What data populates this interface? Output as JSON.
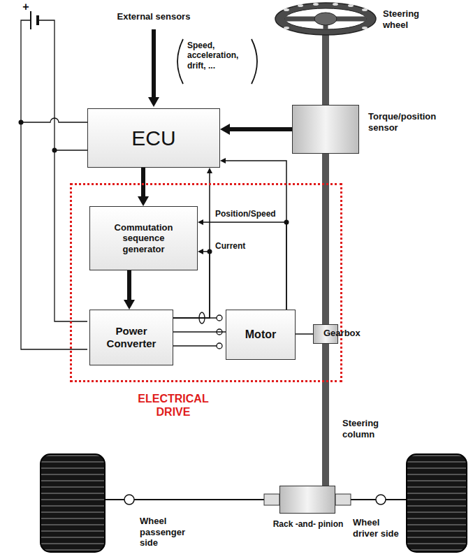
{
  "diagram": {
    "nodes": [
      {
        "text": [
          "ECU"
        ]
      },
      {
        "text": [
          "ELECTRICAL DRIVE"
        ]
      },
      {
        "text": [
          "Commutation sequence generator"
        ],
        "in": 1
      },
      {
        "text": [
          "Power Converter"
        ],
        "in": 1
      },
      {
        "text": [
          "Motor"
        ],
        "in": 1
      },
      {
        "text": [
          "Torque/position sensor"
        ]
      },
      {
        "text": [
          "Gearbox"
        ]
      },
      {
        "text": [
          "Rack -and- pinion"
        ]
      }
    ],
    "edges": [
      {
        "from": 5,
        "to": 0,
        "arrow": "to"
      },
      {
        "from": 0,
        "to": 2,
        "arrow": "to"
      },
      {
        "from": 2,
        "to": 3,
        "arrow": "to"
      },
      {
        "from": 4,
        "to": 2,
        "label": "Position/Speed",
        "arrow": "to"
      },
      {
        "from": 4,
        "to": 0,
        "arrow": "to"
      },
      {
        "from": 3,
        "to": 2,
        "label": "Current",
        "arrow": "to"
      },
      {
        "from": 3,
        "to": 0,
        "arrow": "to"
      },
      {
        "from": 3,
        "to": 4,
        "arrow": "none"
      },
      {
        "from": 4,
        "to": 6,
        "arrow": "none"
      },
      {
        "from": 5,
        "to": 6,
        "arrow": "none"
      },
      {
        "from": 6,
        "to": 7,
        "arrow": "none"
      }
    ],
    "labels": [
      "External sensors",
      "Speed, acceleration, drift, ...",
      "Steering wheel",
      "Steering column",
      "Wheel passenger side",
      "Wheel driver side",
      "+"
    ]
  }
}
